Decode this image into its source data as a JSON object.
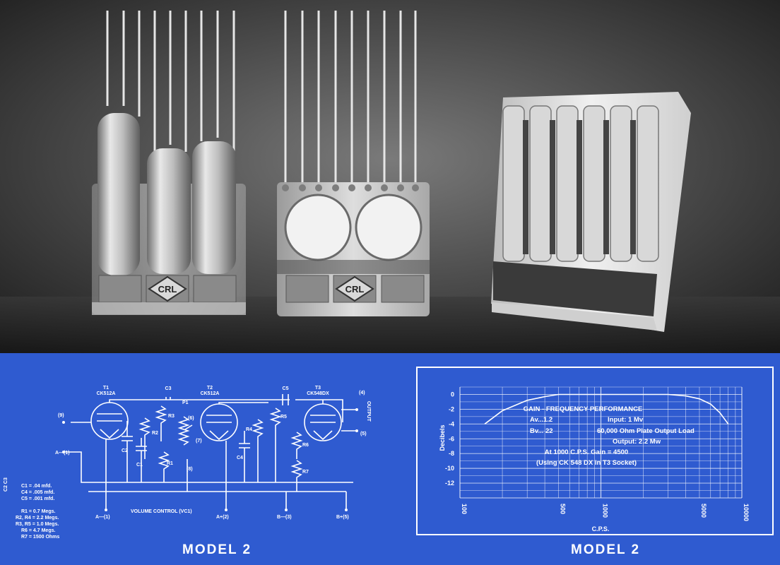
{
  "photo": {
    "logo_text": "CRL"
  },
  "schematic": {
    "title": "MODEL 2",
    "labels": {
      "t1": "T1",
      "t1_type": "CK512A",
      "t2": "T2",
      "t2_type": "CK512A",
      "t3": "T3",
      "t3_type": "CK548DX",
      "c3": "C3",
      "c5": "C5",
      "c2": "C2",
      "c1": "C1",
      "c4": "C4",
      "r1": "R1",
      "r2": "R2",
      "r3": "R3",
      "r4": "R4",
      "r5": "R5",
      "r6": "R6",
      "r7": "R7",
      "p1": "P1",
      "pin9": "(9)",
      "pin4": "(4)",
      "pin5": "(5)",
      "pin6": "(6)",
      "pin7": "(7)",
      "pin8": "(8)",
      "output": "OUTPUT",
      "volume": "VOLUME CONTROL (VC1)",
      "a1_left": "A—(1)",
      "a1_bottom": "A—(1)",
      "aplus2": "A+(2)",
      "bminus3": "B—(3)",
      "bplus5": "B+(5)"
    },
    "legend": [
      "C1 = .04 mfd.",
      "C4 = .005 mfd.",
      "C5 = .001 mfd.",
      "R1 = 0.7 Megs.",
      "R2, R4 = 2.2 Megs.",
      "R3, R5 = 1.0 Megs.",
      "R6 = 4.7 Megs.",
      "R7 = 1500 Ohms"
    ],
    "side_label": "C2 C3"
  },
  "graph": {
    "title": "MODEL 2",
    "colors": {
      "background": "#2f5bd0",
      "lines": "#ffffff"
    },
    "chart_data": {
      "type": "line",
      "title": "GAIN - FREQUENCY PERFORMANCE",
      "xlabel": "C.P.S.",
      "ylabel": "Decibels",
      "x_scale": "log",
      "xlim": [
        100,
        10000
      ],
      "ylim": [
        -14,
        1
      ],
      "x_ticks": [
        "100",
        "500",
        "1000",
        "5000",
        "10000"
      ],
      "y_ticks": [
        "0",
        "-2",
        "-4",
        "-6",
        "-8",
        "-10",
        "-12"
      ],
      "grid": true,
      "series": [
        {
          "x": [
            150,
            200,
            300,
            400,
            500,
            700,
            1000,
            2000,
            3000,
            4000,
            5000,
            6000,
            7000,
            8000
          ],
          "values": [
            -4,
            -2.2,
            -0.8,
            -0.3,
            0,
            0,
            0,
            0,
            0,
            -0.2,
            -0.6,
            -1.3,
            -2.5,
            -4
          ]
        }
      ],
      "annotations": [
        "GAIN - FREQUENCY PERFORMANCE",
        "Av...1.2",
        "Input: 1 Mv",
        "Bv... 22",
        "60,000 Ohm Plate Output Load",
        "Output: 2.2 Mw",
        "At 1000 C.P.S. Gain = 4500",
        "(Using CK 548 DX in T3 Socket)"
      ]
    }
  }
}
